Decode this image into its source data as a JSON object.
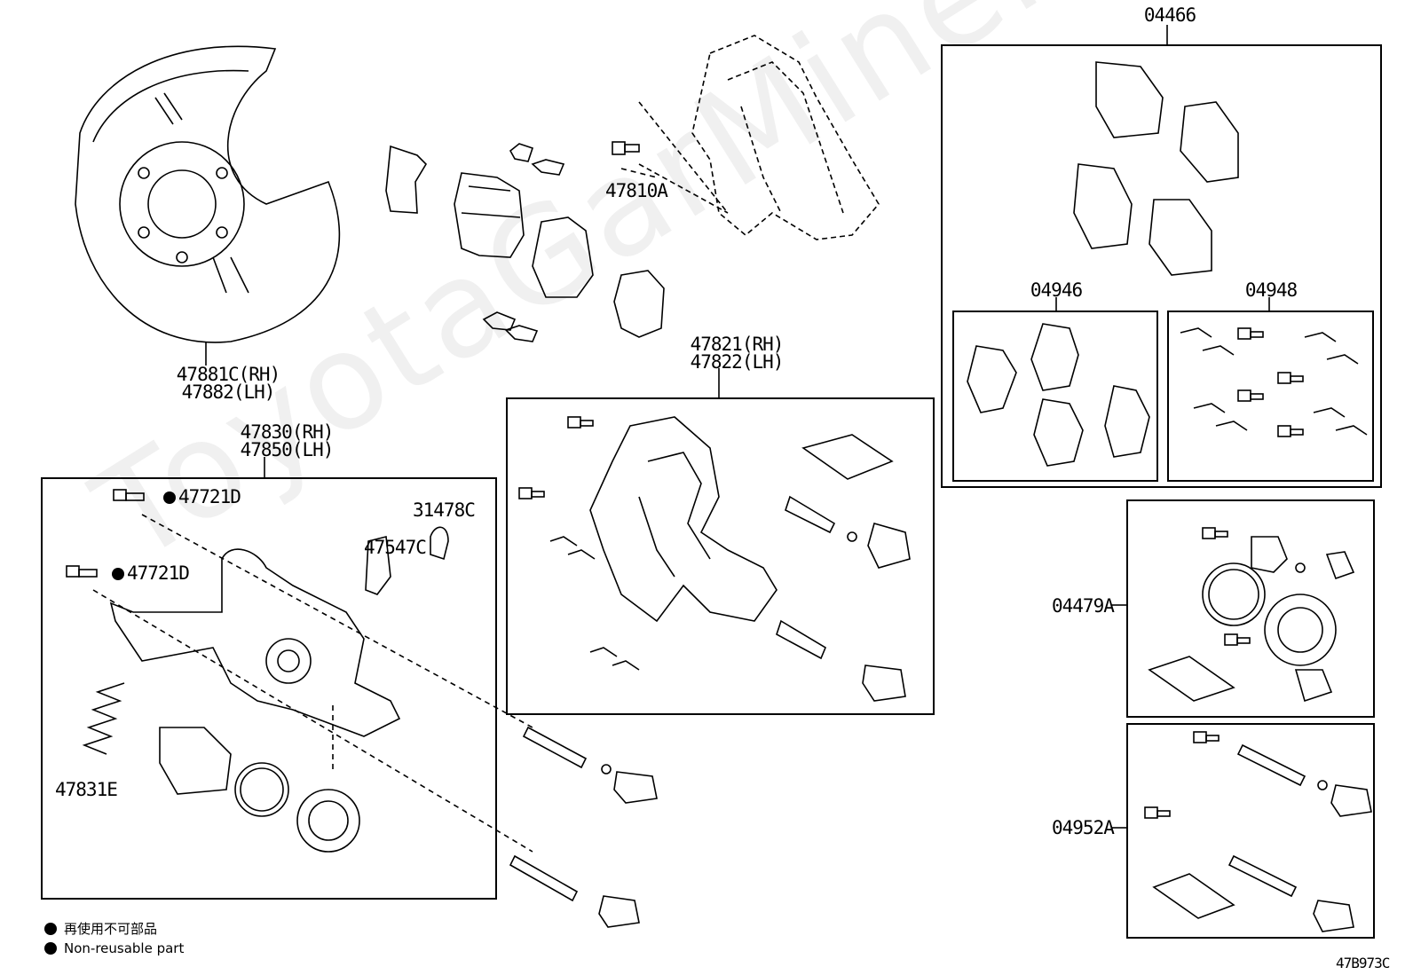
{
  "watermark": "ToyotaGarMiner.ru",
  "labels": {
    "shield": [
      "47881C(RH)",
      "47882(LH)"
    ],
    "caliper_bolt": "47810A",
    "mount_bracket": [
      "47821(RH)",
      "47822(LH)"
    ],
    "caliper_assy": [
      "47830(RH)",
      "47850(LH)"
    ],
    "bolt1": "47721D",
    "bolt2": "47721D",
    "cap": "31478C",
    "bleeder": "47547C",
    "spring": "47831E",
    "pad_kit": "04466",
    "shim_kit": "04946",
    "fitting_kit": "04948",
    "cylinder_kit": "04479A",
    "slide_kit": "04952A",
    "diagram_code": "47B973C"
  },
  "legend": {
    "jp": "再使用不可部品",
    "en": "Non-reusable part"
  }
}
